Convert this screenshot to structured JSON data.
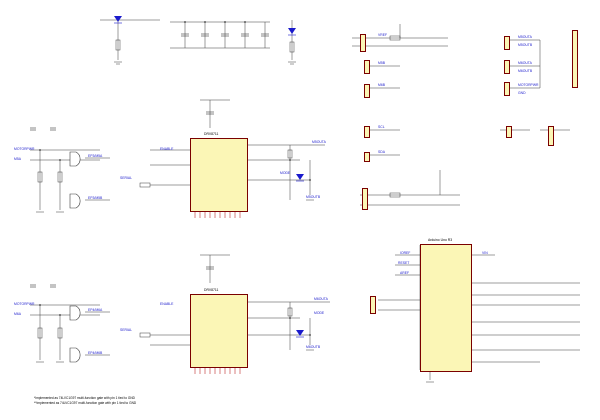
{
  "chips": {
    "u2_title": "DRV8711 ",
    "u3_title": "DRV8711 ",
    "arduino_title": "Arduino Uno R3"
  },
  "nets": {
    "ep3_a": "EP3/M5A",
    "ep3_b": "EP3/M5B",
    "ep4_a": "EP4/M6A",
    "ep4_b": "EP4/M6B",
    "m5a": "M5A",
    "m5b": "M5B",
    "m6a": "M6A",
    "m6b": "M6B",
    "mode1": "MODE",
    "mode2": "MODE",
    "m5out": "M5OUTA",
    "m6out": "M6OUTA",
    "m5lo": "M5OUTB",
    "m6lo": "M6OUTB",
    "vref": "VREF",
    "hall_top": "MOTORPWR",
    "hall_bottom": "MOTORPWR",
    "enable_a": "ENABLE",
    "enable_b": "ENABLE",
    "serial_a": "SERIAL",
    "serial_b": "SERIAL",
    "scl": "SCL",
    "sda": "SDA",
    "rst": "RESET",
    "ioref": "IOREF",
    "aref": "AREF",
    "vin": "VIN"
  },
  "header_labels": {
    "h1": "M5OUTA",
    "h2": "M5OUTB",
    "h3": "M6OUTA",
    "h4": "M6OUTB",
    "h5": "MOTORPWR",
    "h6": "GND"
  },
  "notes": {
    "line1": "*Implemented as 74LVC1G97 multi-function gate with pin 1 tied to GND",
    "line2": "**Implemented as 74LVC1G97 multi-function gate with pin 1 tied to GND"
  },
  "colors": {
    "wire": "#3a3a3a",
    "chip_fill": "#fbf6b6",
    "chip_border": "#7a0000",
    "net_label": "#1a1acc",
    "pin": "#b00000"
  },
  "icons": {
    "diode": "diode-icon",
    "led": "led-icon",
    "capacitor": "capacitor-icon",
    "resistor": "resistor-icon",
    "ground": "ground-icon",
    "gate": "logic-gate-icon",
    "connector": "header-connector-icon"
  }
}
